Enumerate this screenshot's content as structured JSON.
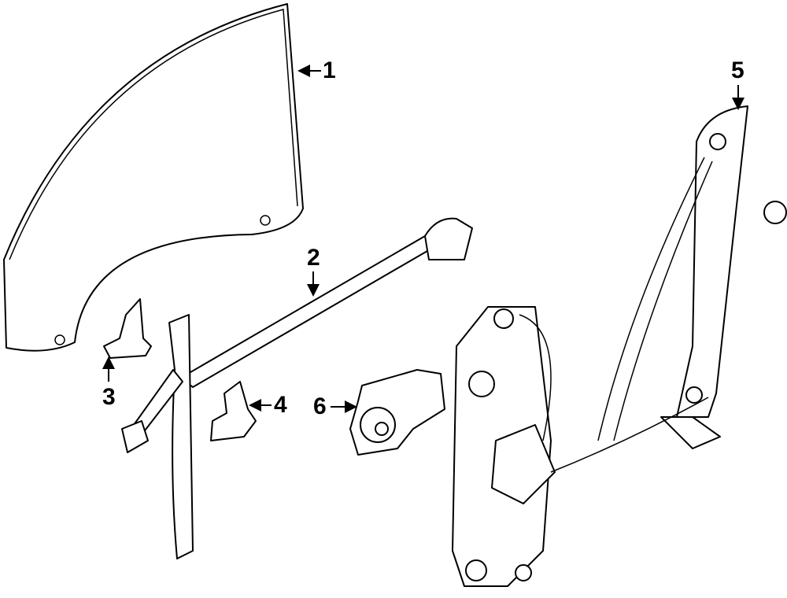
{
  "diagram": {
    "callouts": [
      {
        "id": "1",
        "part": "door-glass"
      },
      {
        "id": "2",
        "part": "glass-run-channel"
      },
      {
        "id": "3",
        "part": "glass-bracket-front"
      },
      {
        "id": "4",
        "part": "glass-bracket-rear"
      },
      {
        "id": "5",
        "part": "window-regulator-rear"
      },
      {
        "id": "6",
        "part": "window-motor"
      }
    ]
  }
}
